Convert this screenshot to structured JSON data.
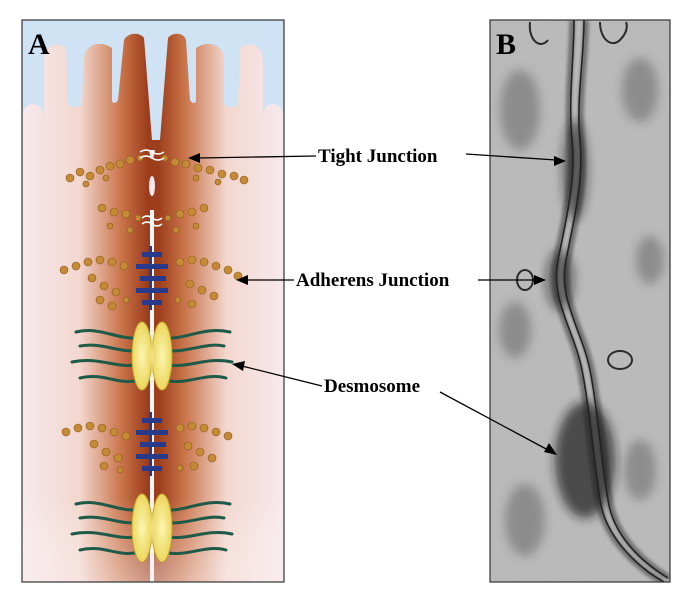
{
  "panels": {
    "a_letter": "A",
    "b_letter": "B"
  },
  "labels": {
    "tight_junction": "Tight Junction",
    "adherens_junction": "Adherens Junction",
    "desmosome": "Desmosome"
  },
  "colors": {
    "membrane_brown": "#9c3d1c",
    "cytoplasm_pink": "#f6e6ea",
    "lumen_blue": "#cfe3f4",
    "protein_orange": "#c58a35",
    "cadherin_blue": "#283a8c",
    "desmosome_yellow": "#f2e06a",
    "filament_green": "#1f5a48",
    "em_gray": "#8a8a8a"
  }
}
